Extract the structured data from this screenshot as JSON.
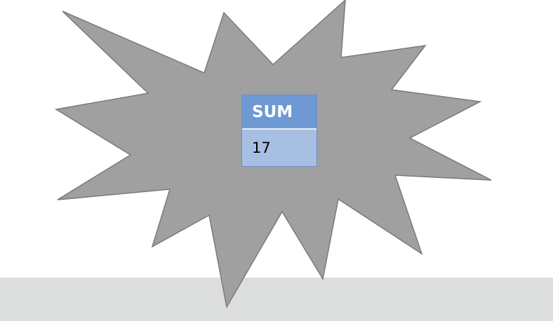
{
  "shape": {
    "type": "starburst",
    "fill": "#a0a0a0",
    "stroke": "#7a7a7a"
  },
  "footer": {
    "color": "#dcdedd"
  },
  "table": {
    "header": "SUM",
    "value": "17",
    "header_color": "#6e99d3",
    "cell_color": "#a7bfe2"
  }
}
